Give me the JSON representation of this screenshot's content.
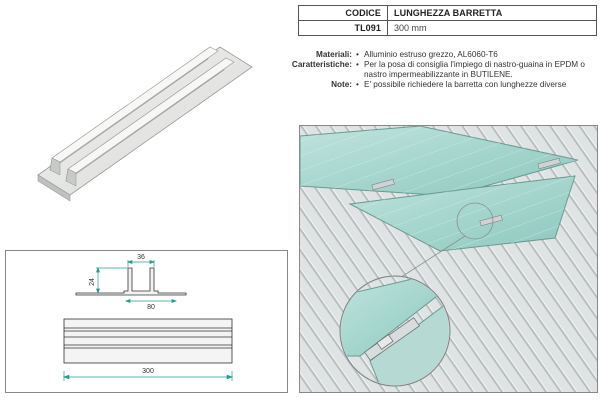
{
  "table": {
    "header_code": "CODICE",
    "header_length": "LUNGHEZZA BARRETTA",
    "row_code": "TL091",
    "row_length": "300 mm"
  },
  "notes": {
    "materiali_label": "Materiali:",
    "materiali_value": "Alluminio estruso grezzo, AL6060-T6",
    "caratteristiche_label": "Caratteristiche:",
    "caratteristiche_value": "Per la posa di consiglia l'impiego di nastro-guaina in EPDM o nastro impermeabilizzante in BUTILENE.",
    "note_label": "Note:",
    "note_value": "E' possibile richiedere la barretta con lunghezze diverse"
  },
  "drawing": {
    "dim_width_top": "36",
    "dim_height": "24",
    "dim_width_base": "80",
    "dim_length": "300"
  }
}
